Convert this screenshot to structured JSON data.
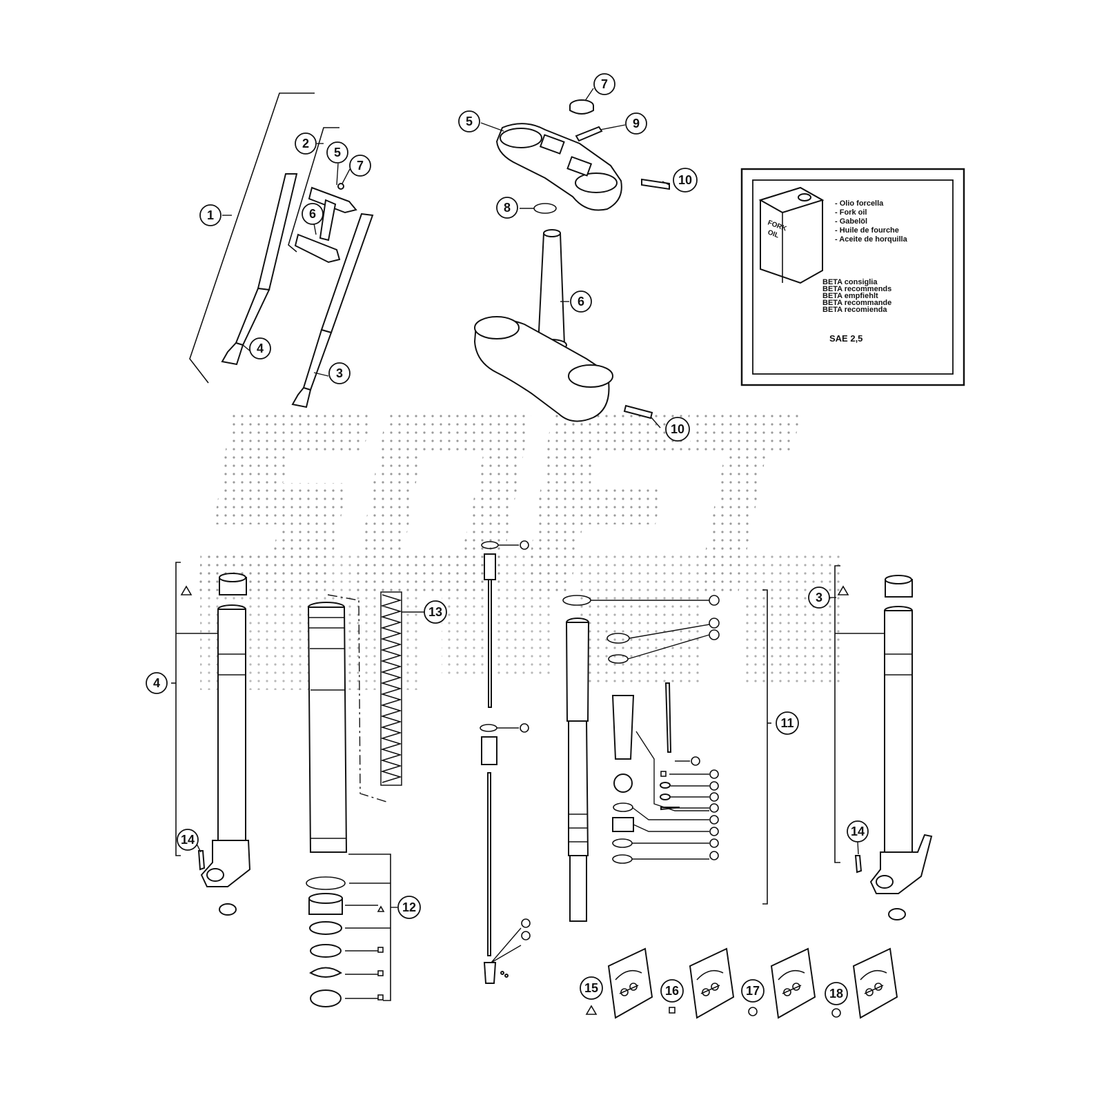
{
  "watermark": {
    "text": "SOFT"
  },
  "oil_box": {
    "can_label": [
      "FORK",
      "OIL"
    ],
    "oil_names": [
      "- Olio forcella",
      "- Fork oil",
      "- Gabelöl",
      "- Huile de fourche",
      "- Aceite de horquilla"
    ],
    "recommend": [
      "BETA consiglia",
      "BETA recommends",
      "BETA empfiehlt",
      "BETA recommande",
      "BETA recomienda"
    ],
    "grade": "SAE 2,5"
  },
  "callouts": {
    "c1": "1",
    "c2": "2",
    "c3a": "3",
    "c3b": "3",
    "c4a": "4",
    "c4b": "4",
    "c5a": "5",
    "c5b": "5",
    "c6a": "6",
    "c6b": "6",
    "c7a": "7",
    "c7b": "7",
    "c8": "8",
    "c9": "9",
    "c10a": "10",
    "c10b": "10",
    "c11": "11",
    "c12": "12",
    "c13": "13",
    "c14a": "14",
    "c14b": "14",
    "c15": "15",
    "c16": "16",
    "c17": "17",
    "c18": "18"
  },
  "legend_symbols": {
    "kit15": "triangle",
    "kit16": "square",
    "kit17": "circle",
    "kit18": "circle"
  }
}
